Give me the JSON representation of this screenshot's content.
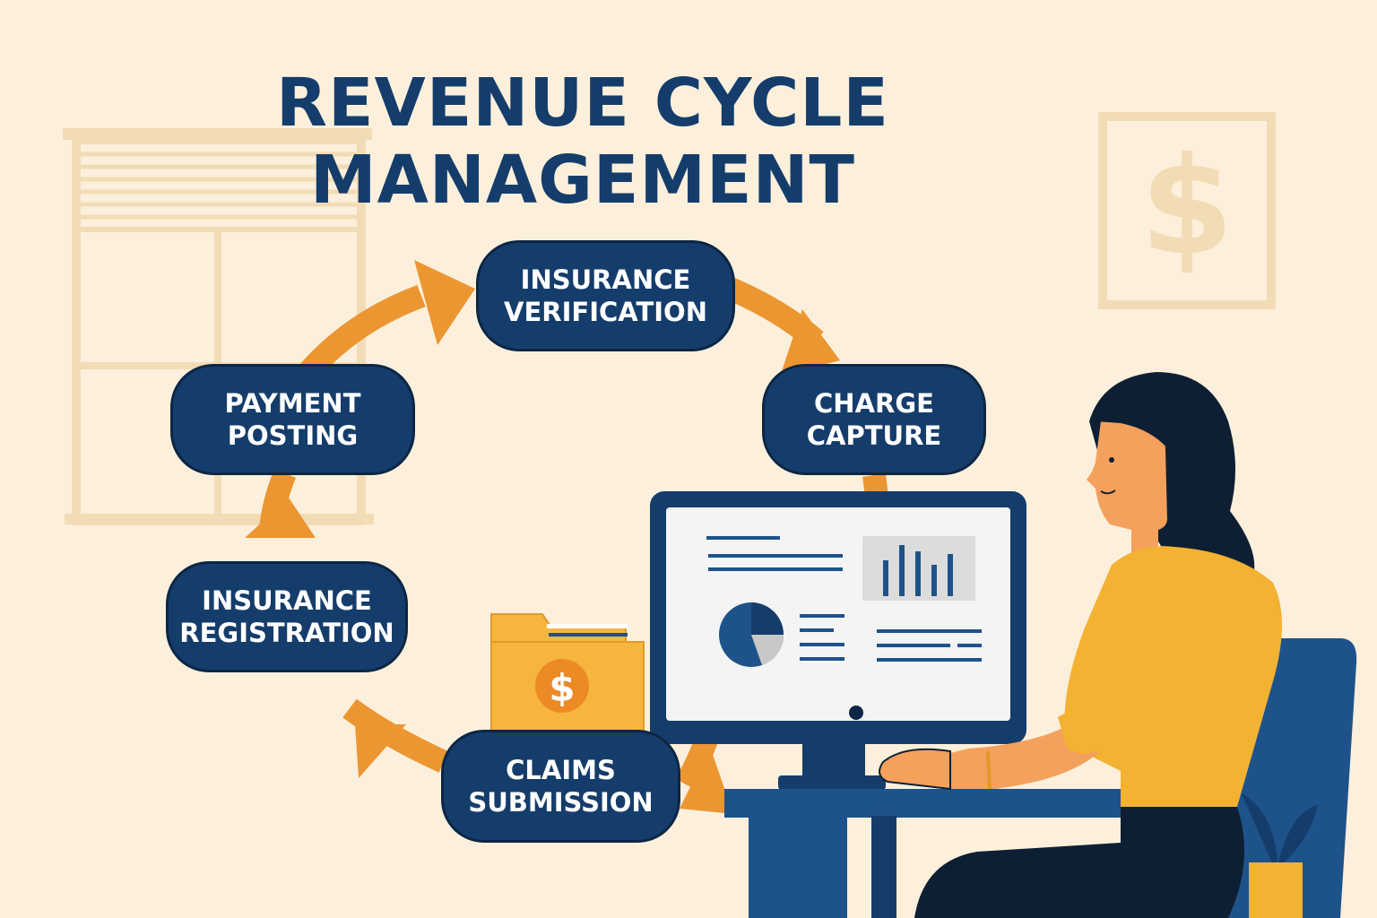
{
  "title": {
    "line1": "REVENUE CYCLE",
    "line2": "MANAGEMENT"
  },
  "cycle_steps": [
    {
      "line1": "INSURANCE",
      "line2": "VERIFICATION"
    },
    {
      "line1": "CHARGE",
      "line2": "CAPTURE"
    },
    {
      "line1": "CLAIMS",
      "line2": "SUBMISSION"
    },
    {
      "line1": "INSURANCE",
      "line2": "REGISTRATION"
    },
    {
      "line1": "PAYMENT",
      "line2": "POSTING"
    }
  ],
  "illustration": {
    "frame_symbol": "$",
    "folder_symbol": "$"
  },
  "colors": {
    "background": "#fcf0dc",
    "navy": "#153d6b",
    "orange": "#ec9632",
    "shirt": "#f4b233",
    "chair": "#1e528a"
  }
}
